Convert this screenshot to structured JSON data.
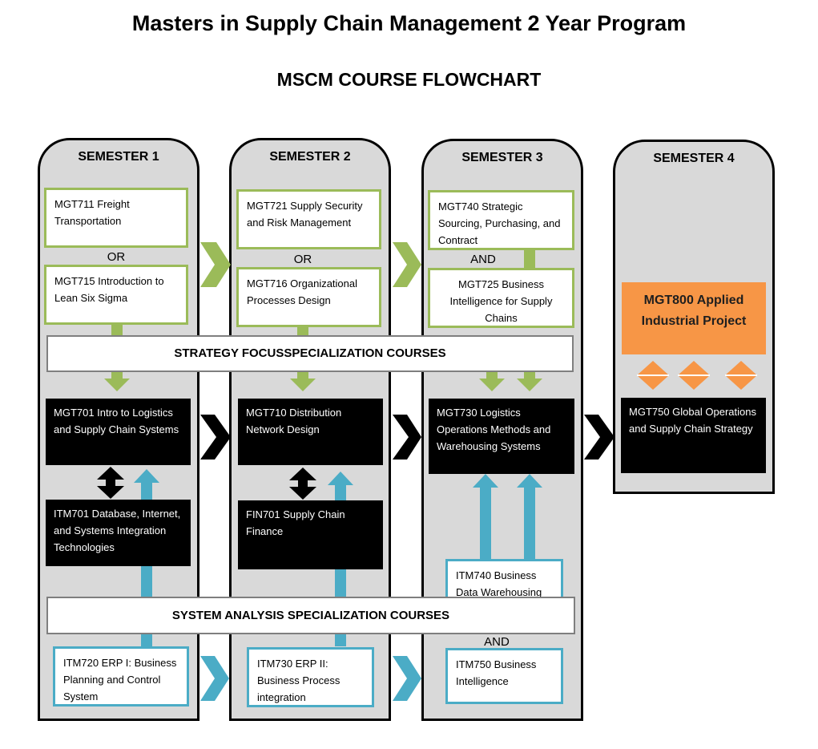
{
  "header": {
    "title": "Masters in Supply Chain Management 2 Year Program",
    "subtitle": "MSCM COURSE FLOWCHART"
  },
  "semesters": [
    {
      "label": "SEMESTER 1"
    },
    {
      "label": "SEMESTER 2"
    },
    {
      "label": "SEMESTER 3"
    },
    {
      "label": "SEMESTER 4"
    }
  ],
  "courses": {
    "mgt711": "MGT711  Freight Transportation",
    "mgt715": "MGT715  Introduction to Lean Six Sigma",
    "mgt721": "MGT721  Supply Security and Risk Management",
    "mgt716": "MGT716 Organizational Processes Design",
    "mgt740": "MGT740  Strategic Sourcing, Purchasing, and Contract",
    "mgt725": "MGT725 Business Intelligence for Supply Chains",
    "mgt800": "MGT800 Applied Industrial Project",
    "mgt701": "MGT701 Intro to Logistics and Supply Chain Systems",
    "mgt710": "MGT710   Distribution Network Design",
    "mgt730": "MGT730 Logistics Operations Methods and Warehousing Systems",
    "mgt750": "MGT750 Global Operations and Supply Chain Strategy",
    "itm701": "ITM701   Database, Internet, and Systems Integration Technologies",
    "fin701": "FIN701    Supply Chain Finance",
    "itm740": "ITM740   Business Data Warehousing",
    "itm720": "ITM720   ERP I: Business Planning and Control System",
    "itm730": "ITM730 ERP II: Business Process integration",
    "itm750": "ITM750   Business Intelligence"
  },
  "connectors": {
    "or1": "OR",
    "or2": "OR",
    "and1": "AND",
    "and2": "AND"
  },
  "banners": {
    "strategy": "STRATEGY FOCUSSPECIALIZATION COURSES",
    "system": "SYSTEM ANALYSIS SPECIALIZATION COURSES"
  },
  "colors": {
    "green": "#9bbb59",
    "cyan": "#4bacc6",
    "orange": "#f79646",
    "column_fill": "#d9d9d9"
  }
}
